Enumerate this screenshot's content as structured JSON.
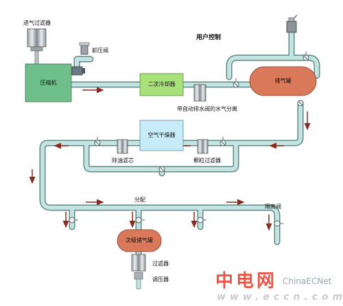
{
  "diagram": {
    "title": "用户控制",
    "components": {
      "intake_filter": "进气过滤器",
      "relief_valve": "卸压阀",
      "compressor": "压缩机",
      "aftercooler": "二次冷却器",
      "auto_drain_separator": "带自动排水阀的水气分离",
      "receiver_tank": "储气罐",
      "air_dryer": "空气干燥器",
      "oil_filter": "除油滤芯",
      "particle_filter": "颗粒过滤器",
      "distribution": "分配",
      "isolation_valve": "隔离阀",
      "secondary_tank": "次级储气罐",
      "filter": "过滤器",
      "regulator": "调压器"
    },
    "colors": {
      "compressor": "#6fbf8a",
      "cooler": "#a8e07a",
      "dryer": "#c7ecf7",
      "tank": "#d9795a",
      "pipe": "#c5e3e0",
      "pipe_edge": "#5d8a88",
      "arrow": "#8b2b1e"
    }
  },
  "watermark": {
    "cn": "中电网",
    "en": "ChinaECNet",
    "url": "www.eccn.com"
  }
}
